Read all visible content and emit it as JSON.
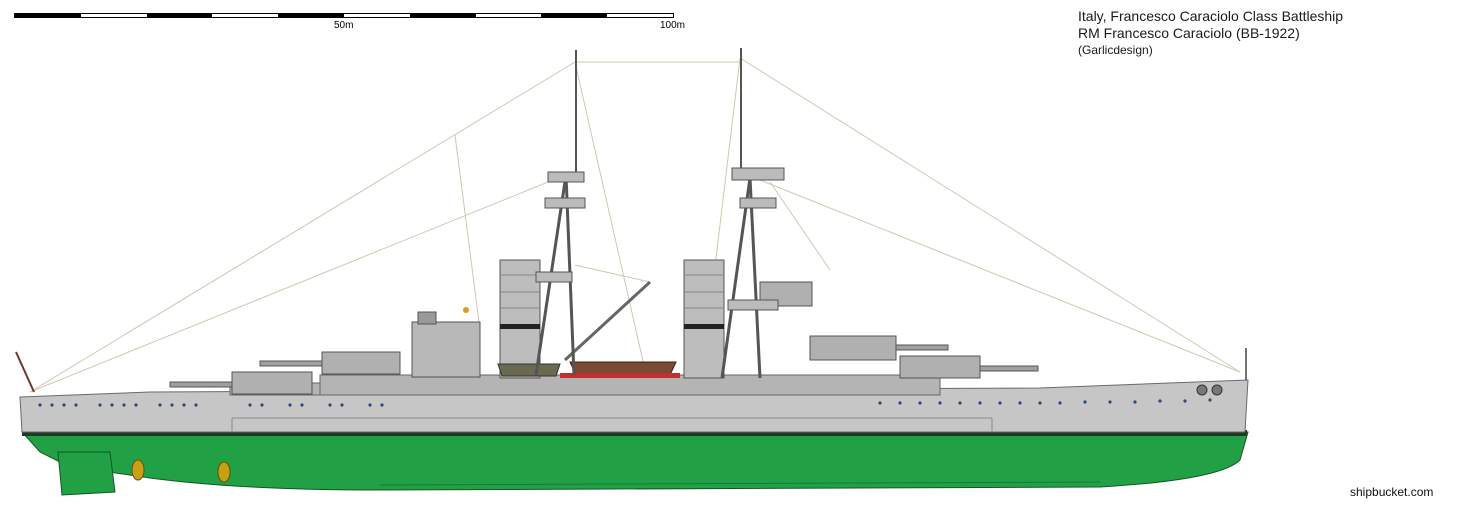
{
  "title": {
    "line1": "Italy, Francesco Caraciolo Class Battleship",
    "line2": "RM Francesco Caraciolo (BB-1922)",
    "line3": "(Garlicdesign)"
  },
  "scale": {
    "mid_label": "50m",
    "end_label": "100m"
  },
  "credit": "shipbucket.com",
  "colors": {
    "hull_grey": "#c6c6c6",
    "superstructure_grey": "#b4b4b4",
    "underwater_green": "#22a046",
    "boot_topping": "#1e3a24",
    "rigging": "#cfc8b0",
    "propeller": "#c8a018"
  }
}
